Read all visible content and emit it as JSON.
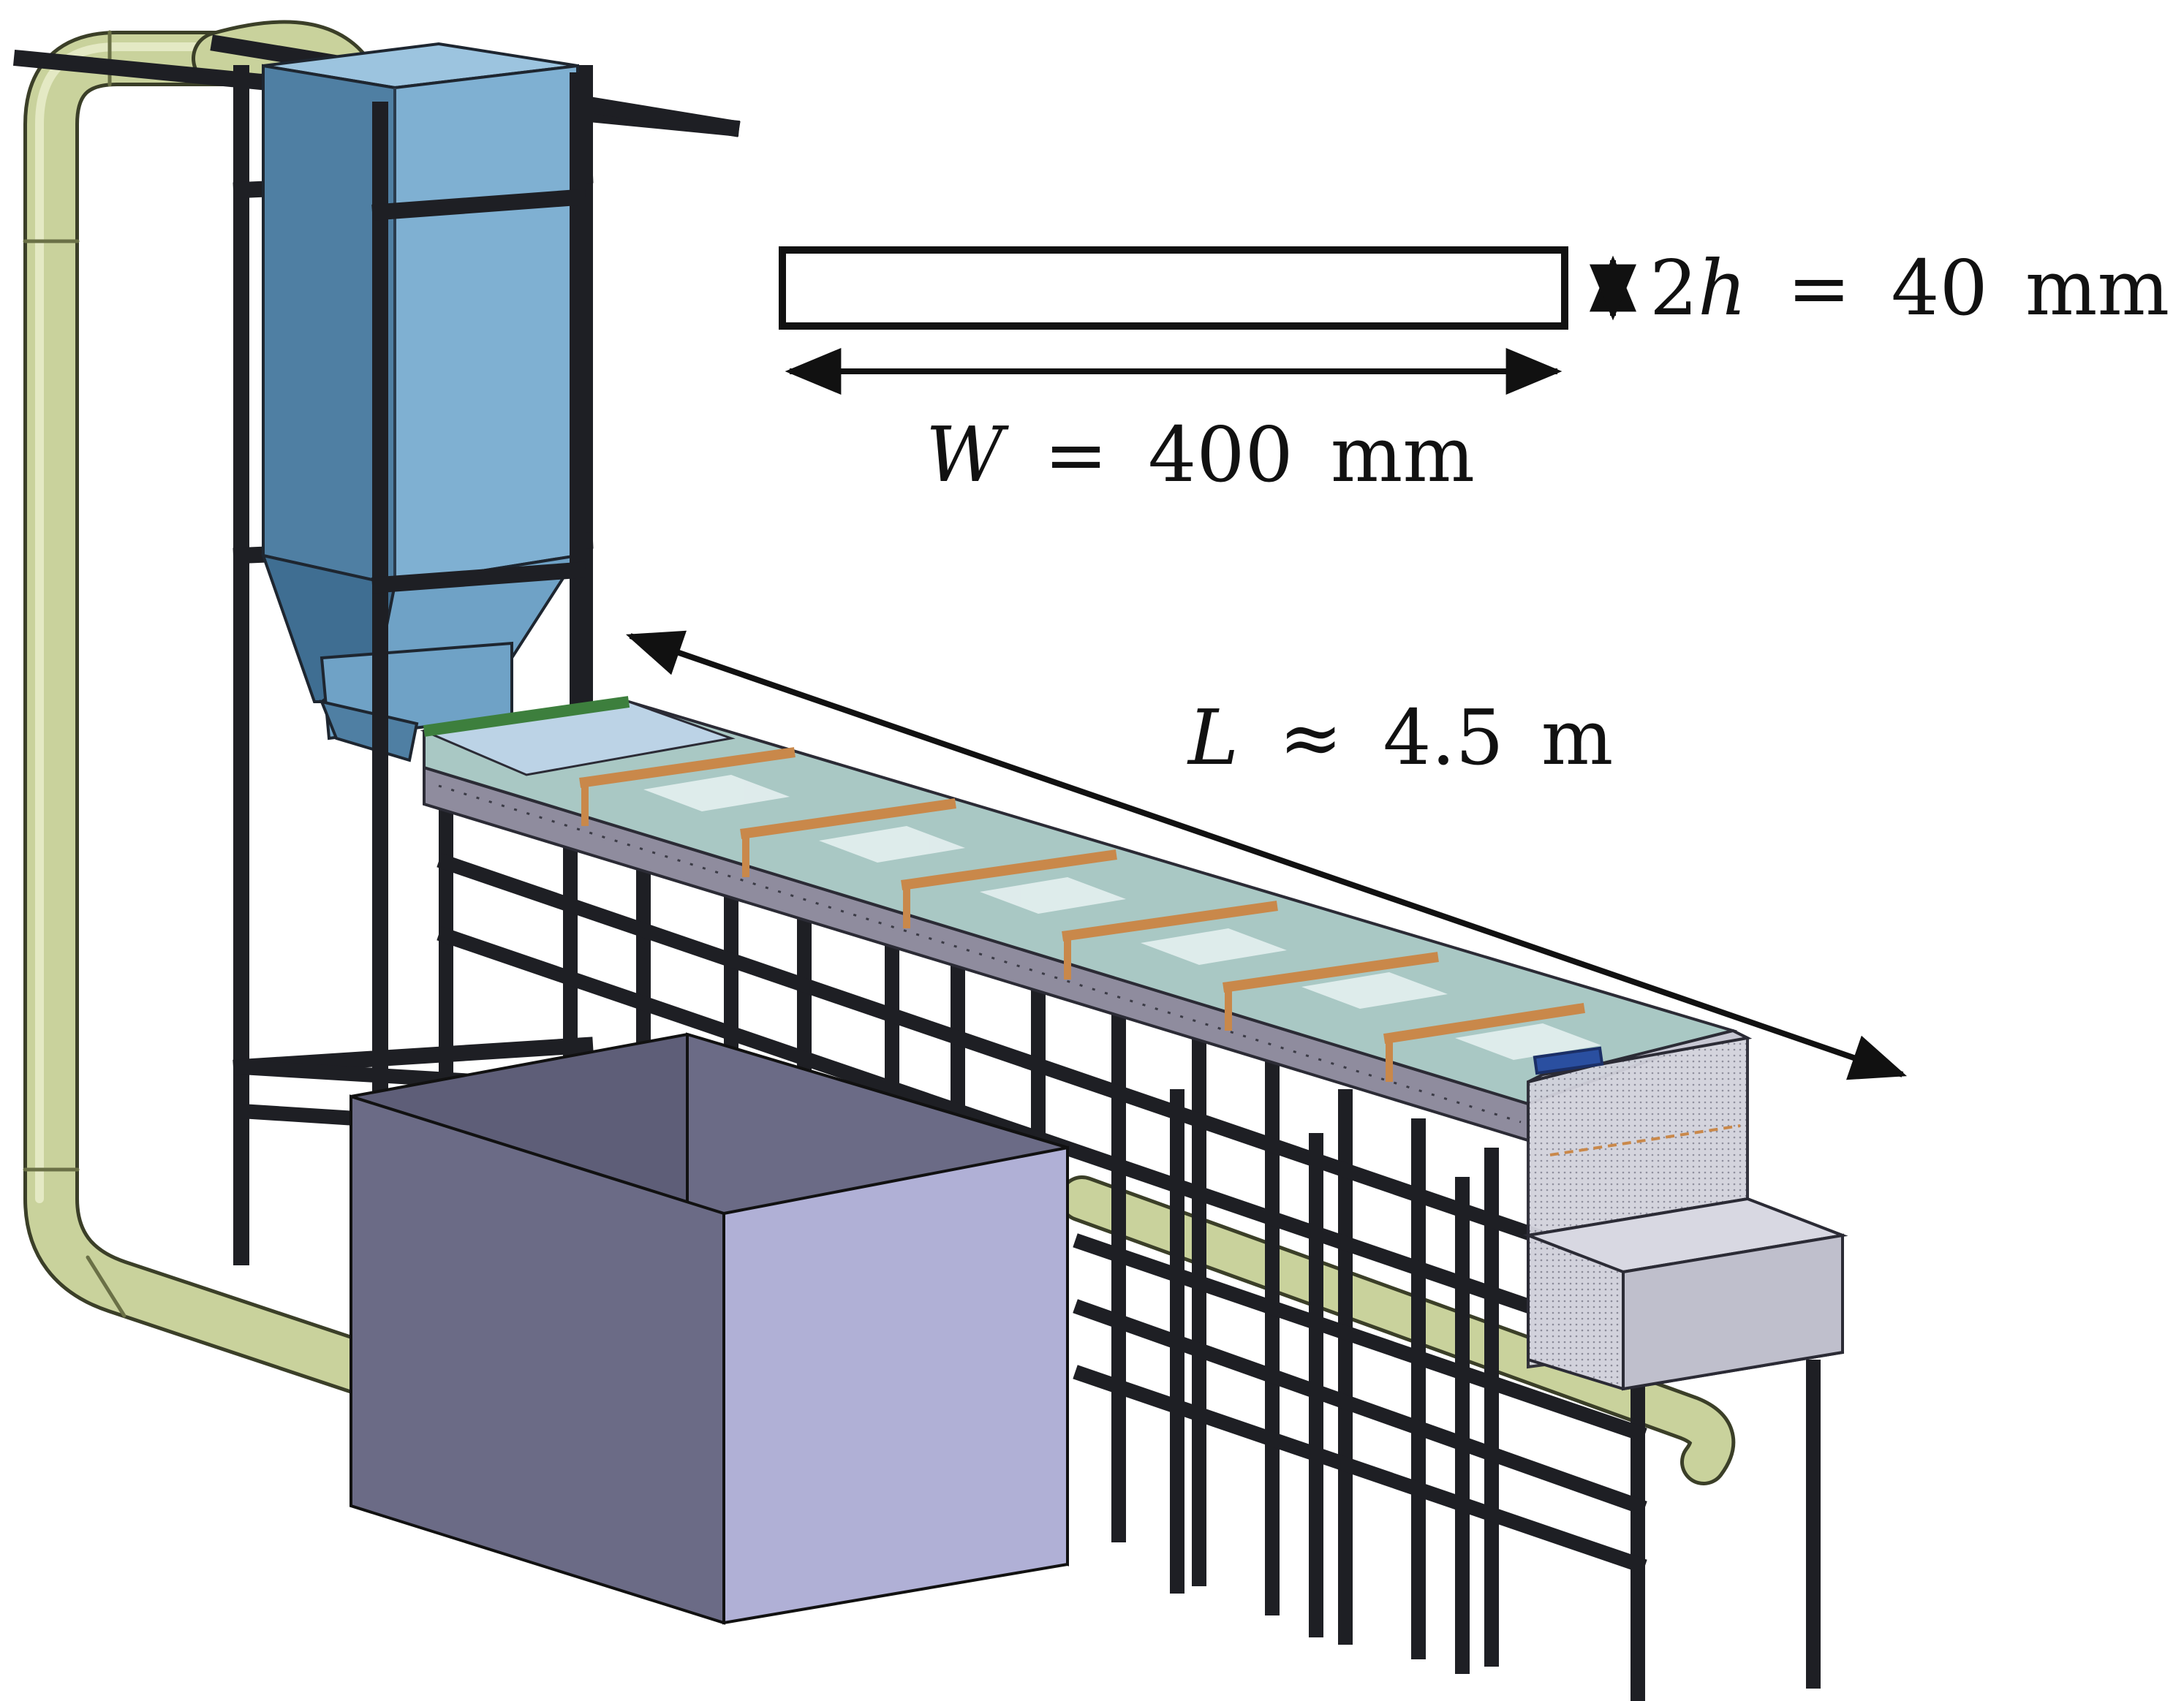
{
  "annotations": {
    "thickness": {
      "var": "h",
      "coef": "2",
      "value": "40",
      "unit": "mm",
      "relation": "="
    },
    "width": {
      "var": "W",
      "value": "400",
      "unit": "mm",
      "relation": "="
    },
    "length": {
      "var": "L",
      "value": "4.5",
      "unit": "m",
      "relation": "≈"
    }
  },
  "colors": {
    "frame": "#1e1f24",
    "frame_highlight": "#6e7078",
    "pipe": "#c9d29c",
    "pipe_shadow": "#8f9a63",
    "hopper_light": "#7fb0d2",
    "hopper_dark": "#4f7fa3",
    "channel_glass": "#a9c8c4",
    "channel_side": "#8f8c9e",
    "flange": "#c9884a",
    "inlet_flange": "#3d7f3d",
    "tank_front": "#b0b0d6",
    "tank_side": "#6b6b86",
    "tank_inner": "#5e5e78",
    "outlet_box": "#c7c7d3",
    "blue_plate": "#2a4fa0"
  }
}
